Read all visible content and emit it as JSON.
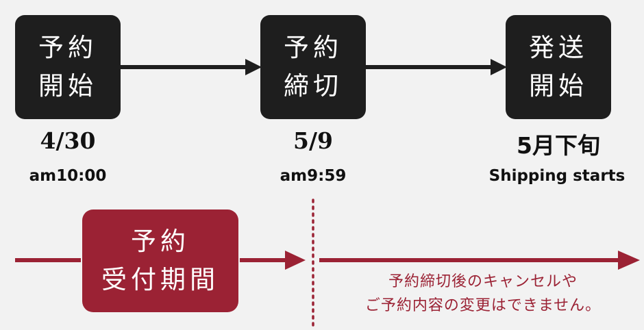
{
  "steps": [
    {
      "line1": "予約",
      "line2": "開始",
      "date": "4/30",
      "time": "am10:00"
    },
    {
      "line1": "予約",
      "line2": "締切",
      "date": "5/9",
      "time": "am9:59"
    },
    {
      "line1": "発送",
      "line2": "開始",
      "date": "5月下旬",
      "time": "Shipping starts"
    }
  ],
  "period": {
    "line1": "予約",
    "line2": "受付期間"
  },
  "note": {
    "line1": "予約締切後のキャンセルや",
    "line2": "ご予約内容の変更はできません。"
  },
  "colors": {
    "dark": "#1e1e1e",
    "accent": "#9b2234",
    "background": "#f2f2f2"
  }
}
